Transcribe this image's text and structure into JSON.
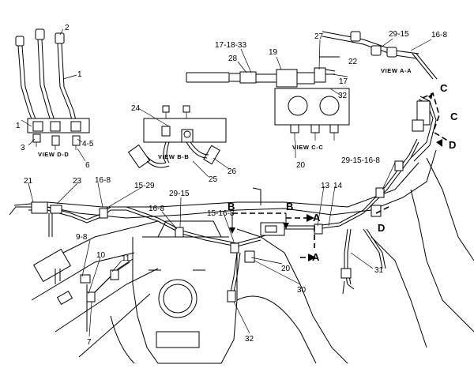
{
  "views": {
    "dd": "VIEW D-D",
    "bb": "VIEW B-B",
    "cc": "VIEW C-C",
    "aa": "VIEW A-A"
  },
  "section_letters": {
    "a1": "A",
    "a2": "A",
    "b1": "B",
    "b2": "B",
    "c1": "C",
    "c2": "C",
    "d1": "D",
    "d2": "D"
  },
  "callouts": [
    "2",
    "1",
    "1",
    "3",
    "4-5",
    "6",
    "24",
    "25",
    "26",
    "17-18-33",
    "28",
    "19",
    "27",
    "22",
    "17",
    "32",
    "20",
    "29-15",
    "16-8",
    "21",
    "23",
    "16-8",
    "15-29",
    "29-15",
    "16-8",
    "15-16-8",
    "13",
    "14",
    "29-15-16-8",
    "9-8",
    "10",
    "11",
    "7",
    "20",
    "30",
    "31",
    "32"
  ]
}
